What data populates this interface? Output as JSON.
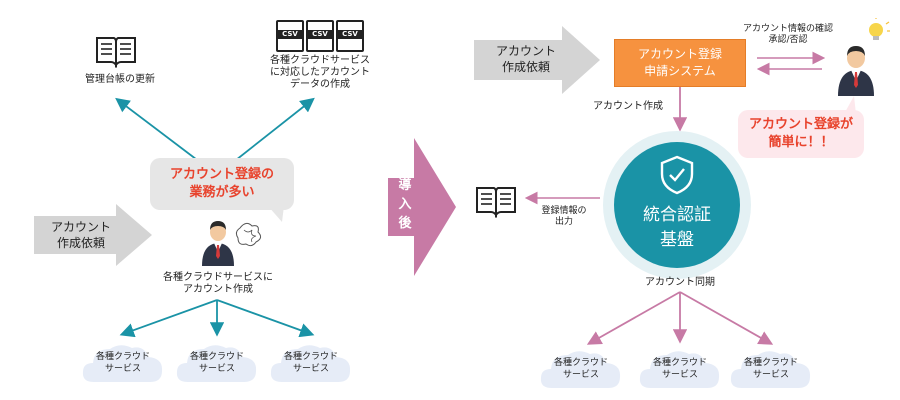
{
  "left": {
    "ledger_label": "管理台帳の更新",
    "csv_label": "各種クラウドサービス\nに対応したアカウント\nデータの作成",
    "csv_icon_text": "CSV",
    "request_label": "アカウント\n作成依頼",
    "bubble_text": "アカウント登録の\n業務が多い",
    "person_caption": "各種クラウドサービスに\nアカウント作成",
    "clouds": [
      "各種クラウド\nサービス",
      "各種クラウド\nサービス",
      "各種クラウド\nサービス"
    ]
  },
  "transition": {
    "label": "導\n入\n後"
  },
  "right": {
    "request_label": "アカウント\n作成依頼",
    "system_box": "アカウント登録\n申請システム",
    "approval_label": "アカウント情報の確認\n承認/否認",
    "account_create_label": "アカウント作成",
    "bubble_text": "アカウント登録が\n簡単に！！",
    "hub_label": "統合認証\n基盤",
    "output_label": "登録情報の\n出力",
    "sync_label": "アカウント同期",
    "clouds": [
      "各種クラウド\nサービス",
      "各種クラウド\nサービス",
      "各種クラウド\nサービス"
    ]
  },
  "colors": {
    "teal": "#1a93a6",
    "orange": "#f6923f",
    "mauve": "#c77aa5",
    "red_text": "#e8432d",
    "grey_arrow": "#d4d4d4",
    "cloud_fill": "#e6ecf7"
  }
}
